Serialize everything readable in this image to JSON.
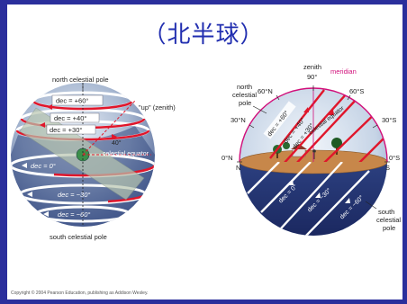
{
  "title": "（北半球）",
  "left_figure": {
    "north_pole": "north celestial pole",
    "south_pole": "south celestial pole",
    "zenith_label": "\"up\" (zenith)",
    "angle_label": "40°",
    "equator_label": "celestial equator",
    "dec_labels": [
      "dec = +60°",
      "dec = +40°",
      "dec = +30°",
      "dec = 0°",
      "dec = −30°",
      "dec = −60°"
    ]
  },
  "right_figure": {
    "zenith": "zenith",
    "zenith_deg": "90°",
    "meridian": "meridian",
    "north_pole": "north\ncelestial\npole",
    "south_pole": "south\ncelestial\npole",
    "n60": "60°N",
    "s60": "60°S",
    "n30": "30°N",
    "s30": "30°S",
    "n0": "0°N",
    "s0": "0°S",
    "N": "N",
    "S": "S",
    "dec_labels": [
      "dec = +60°",
      "dec = +40°",
      "dec = +30°",
      "dec = 0°",
      "dec = −30°",
      "dec = −60°"
    ],
    "equator_label": "celestial equator"
  },
  "copyright": "Copyright © 2004 Pearson Education, publishing as Addison Wesley.",
  "colors": {
    "frame": "#2b2f9c",
    "title": "#222fb0",
    "arrow": "#e0162b",
    "meridian": "#d10f7a"
  }
}
